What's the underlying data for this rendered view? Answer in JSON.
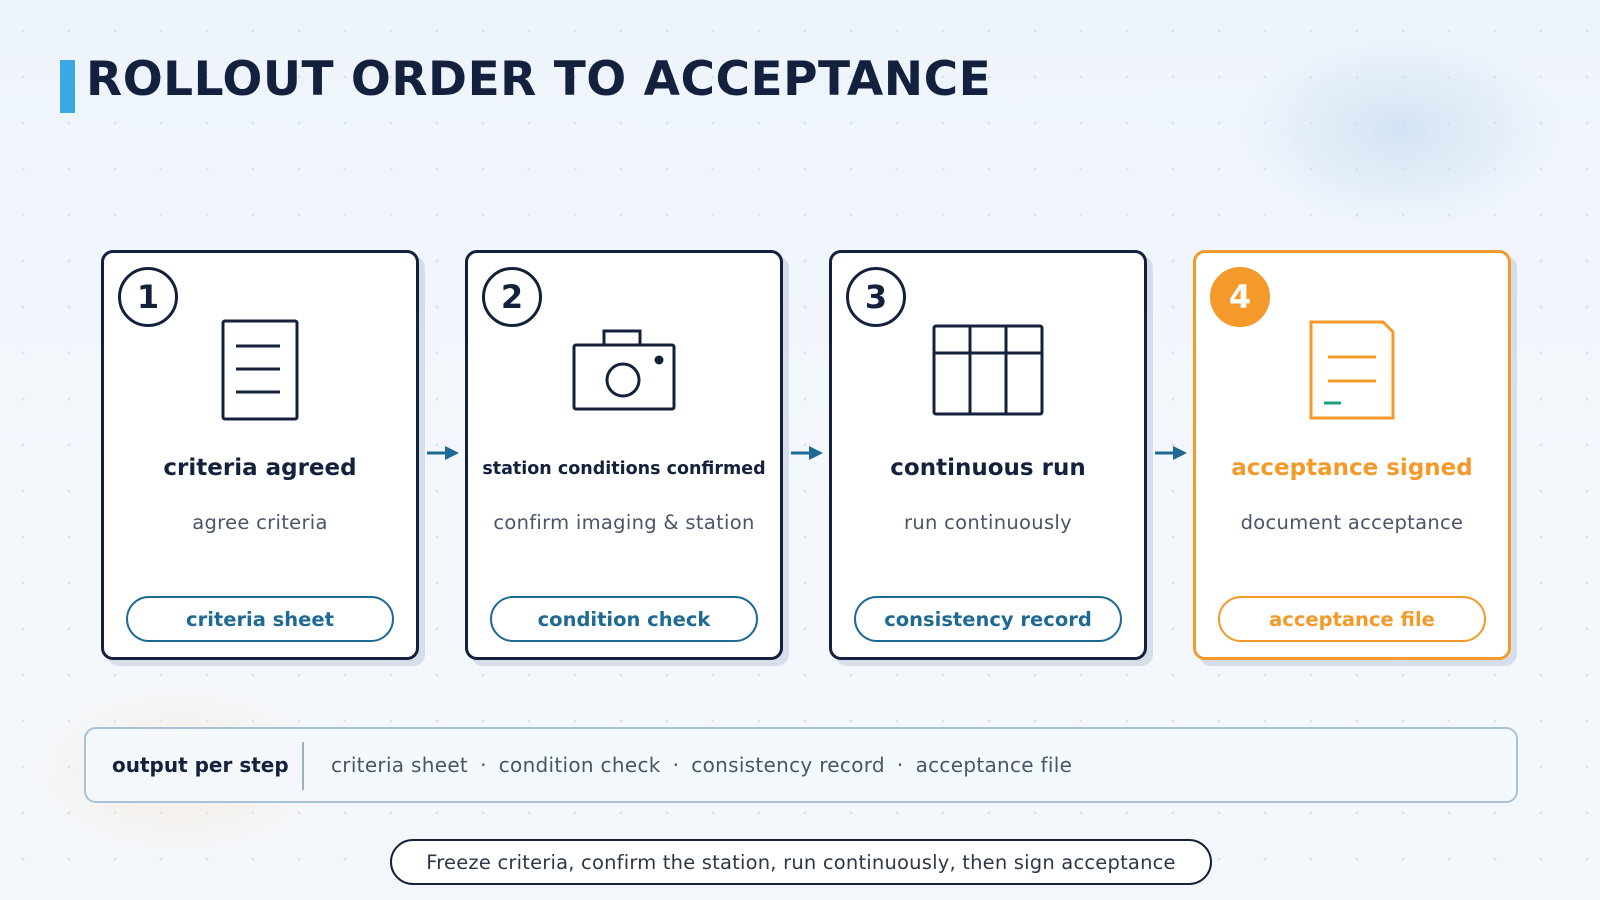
{
  "title": "ROLLOUT ORDER TO ACCEPTANCE",
  "colors": {
    "accent": "#3aa8e4",
    "navy": "#14213d",
    "link_blue": "#1e6a94",
    "highlight_orange": "#f39a2a",
    "green_mark": "#1aa07a"
  },
  "steps": [
    {
      "number": "1",
      "icon": "document-icon",
      "title": "criteria agreed",
      "subtitle": "agree criteria",
      "output": "criteria sheet"
    },
    {
      "number": "2",
      "icon": "camera-icon",
      "title": "station conditions confirmed",
      "subtitle": "confirm imaging & station",
      "output": "condition check"
    },
    {
      "number": "3",
      "icon": "table-icon",
      "title": "continuous run",
      "subtitle": "run continuously",
      "output": "consistency record"
    },
    {
      "number": "4",
      "icon": "signed-document-icon",
      "title": "acceptance signed",
      "subtitle": "document acceptance",
      "output": "acceptance file",
      "highlighted": true
    }
  ],
  "output_summary": {
    "label": "output per step",
    "items": [
      "criteria sheet",
      "condition check",
      "consistency record",
      "acceptance file"
    ],
    "separator": "·"
  },
  "footer": "Freeze criteria, confirm the station, run continuously, then sign acceptance"
}
